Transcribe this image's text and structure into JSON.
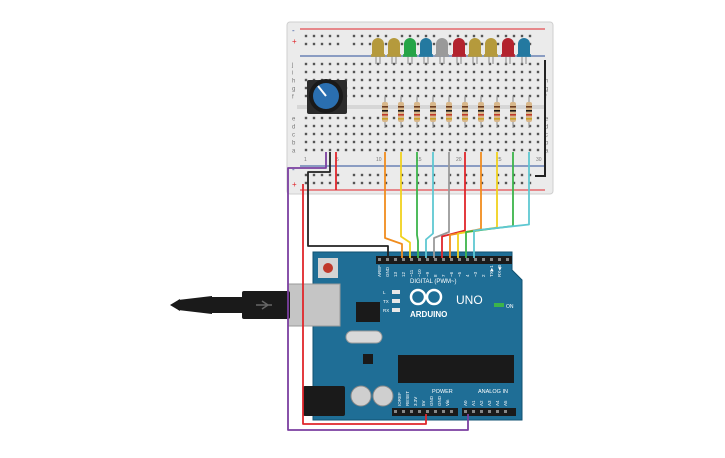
{
  "breadboard": {
    "row_letters": [
      "a",
      "b",
      "c",
      "d",
      "e",
      "f",
      "g",
      "h",
      "i",
      "j"
    ],
    "column_numbers": [
      "1",
      "5",
      "10",
      "15",
      "20",
      "25",
      "30"
    ],
    "plus_label": "+",
    "minus_label": "-"
  },
  "leds": {
    "colors": [
      "#b59a3c",
      "#b59a3c",
      "#26a447",
      "#2479a0",
      "#9a9a9a",
      "#b3232e",
      "#b59a3c",
      "#b59a3c",
      "#b3232e",
      "#2479a0"
    ]
  },
  "arduino": {
    "brand": "ARDUINO",
    "model": "UNO",
    "on_label": "ON",
    "digital_label": "DIGITAL (PWM~)",
    "power_label": "POWER",
    "analog_label": "ANALOG IN",
    "digital_pins": [
      "AREF",
      "GND",
      "13",
      "12",
      "~11",
      "~10",
      "~9",
      "8",
      "7",
      "~6",
      "~5",
      "4",
      "~3",
      "2",
      "TX▶1",
      "RX◀0"
    ],
    "power_pins": [
      "IOREF",
      "RESET",
      "3.3V",
      "5V",
      "GND",
      "GND",
      "Vin"
    ],
    "analog_pins": [
      "A0",
      "A1",
      "A2",
      "A3",
      "A4",
      "A5"
    ],
    "led_labels": [
      "L",
      "TX",
      "RX"
    ]
  },
  "wire_colors": {
    "orange": "#f08c1e",
    "yellow": "#f0d21e",
    "green": "#3cb44b",
    "cyan": "#5fc8d2",
    "grey": "#9a9a9a",
    "red": "#e0262b",
    "black": "#222222",
    "purple": "#7b3fa0"
  }
}
